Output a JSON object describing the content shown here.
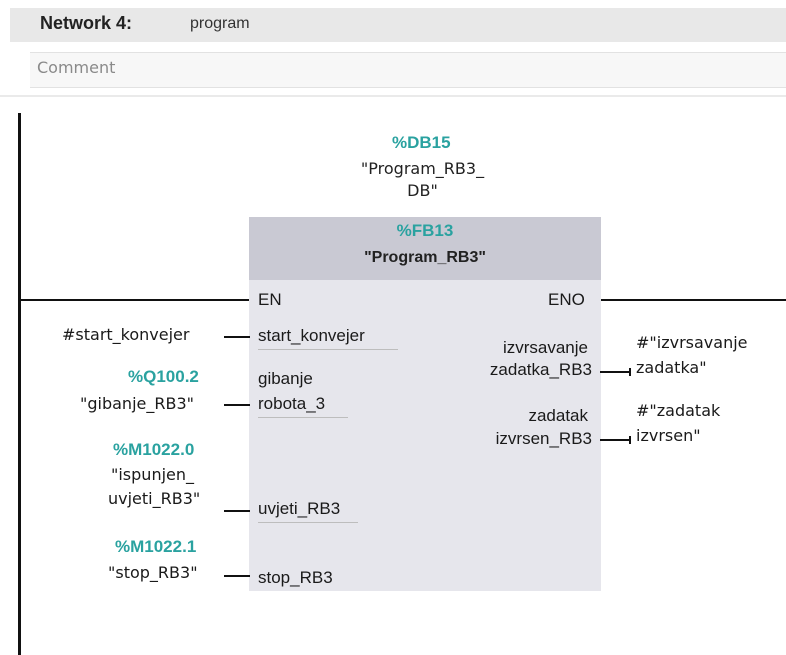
{
  "network": {
    "title": "Network 4:",
    "name": "program"
  },
  "comment": {
    "placeholder": "Comment"
  },
  "instance_db": {
    "address": "%DB15",
    "name_line1": "\"Program_RB3_",
    "name_line2": "DB\""
  },
  "function_block": {
    "address": "%FB13",
    "name": "\"Program_RB3\"",
    "en": "EN",
    "eno": "ENO",
    "inputs": [
      "start_konvejer",
      "gibanje",
      "robota_3",
      "uvjeti_RB3",
      "stop_RB3"
    ],
    "outputs": [
      {
        "line1": "izvrsavanje",
        "line2": "zadatka_RB3"
      },
      {
        "line1": "zadatak",
        "line2": "izvrsen_RB3"
      }
    ]
  },
  "input_operands": {
    "start": "#start_konvejer",
    "gibanje_addr": "%Q100.2",
    "gibanje_name": "\"gibanje_RB3\"",
    "uvjeti_addr": "%M1022.0",
    "uvjeti_line1": "\"ispunjen_",
    "uvjeti_line2": "uvjeti_RB3\"",
    "stop_addr": "%M1022.1",
    "stop_name": "\"stop_RB3\""
  },
  "output_operands": {
    "izvrsavanje_line1": "#\"izvrsavanje",
    "izvrsavanje_line2": "zadatka\"",
    "zadatak_line1": "#\"zadatak",
    "zadatak_line2": "izvrsen\""
  },
  "colors": {
    "address": "#2aa2a0",
    "block_body": "#e6e6ec",
    "block_header": "#c9c9d3",
    "wire": "#111111"
  }
}
